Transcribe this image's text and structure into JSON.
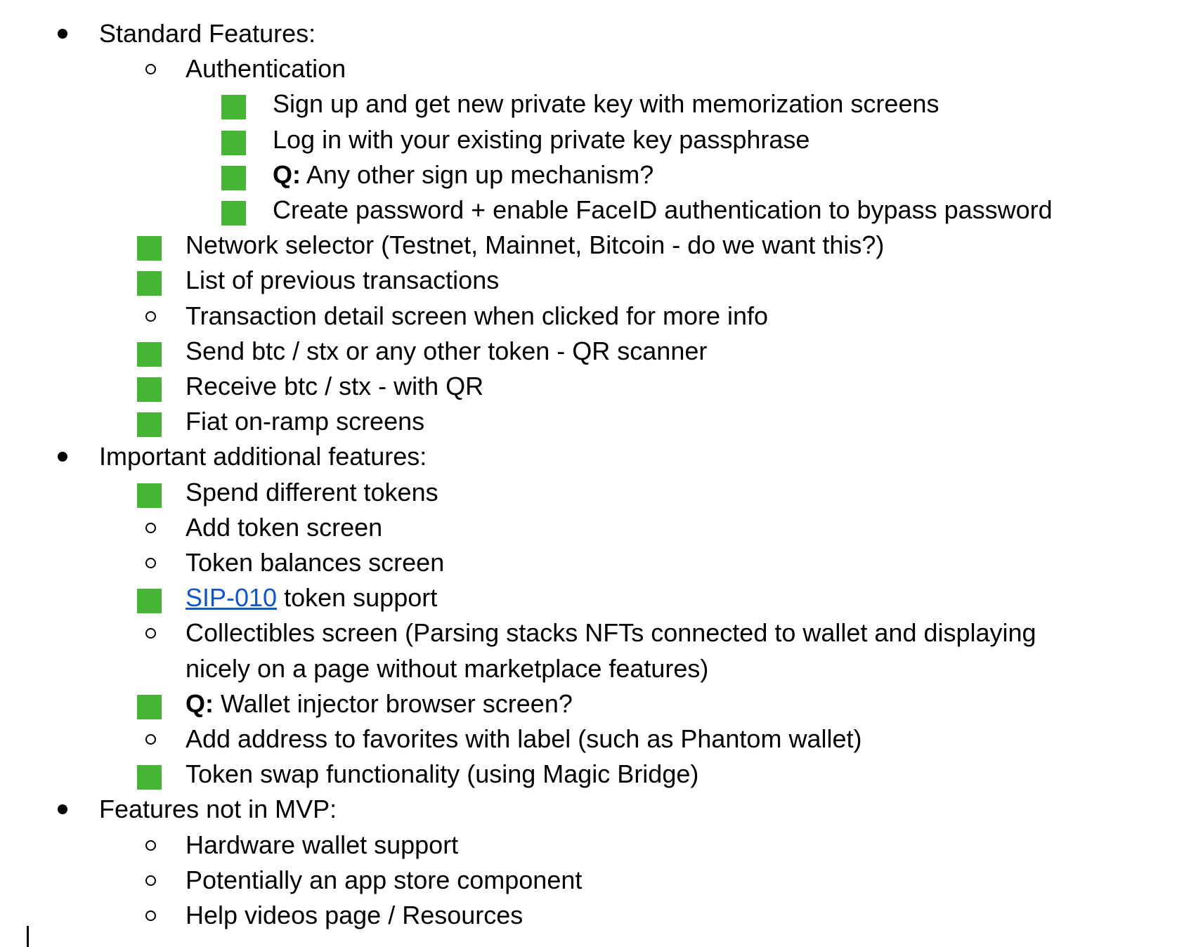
{
  "colors": {
    "done_square": "#46b535",
    "link": "#1155cc"
  },
  "items": [
    {
      "level": 1,
      "marker": "disc",
      "text": "Standard Features:"
    },
    {
      "level": 2,
      "marker": "circle",
      "text": "Authentication"
    },
    {
      "level": 3,
      "marker": "square",
      "text": "Sign up and get new private key with memorization screens"
    },
    {
      "level": 3,
      "marker": "square",
      "text": "Log in with your existing private key passphrase"
    },
    {
      "level": 3,
      "marker": "square",
      "bold": "Q:",
      "text": " Any other sign up mechanism?"
    },
    {
      "level": 3,
      "marker": "square",
      "text": "Create password + enable FaceID authentication to bypass password"
    },
    {
      "level": 2,
      "marker": "square",
      "text": "Network selector (Testnet, Mainnet, Bitcoin - do we want this?)"
    },
    {
      "level": 2,
      "marker": "square",
      "text": "List of previous transactions"
    },
    {
      "level": 2,
      "marker": "circle",
      "text": "Transaction detail screen when clicked for more info"
    },
    {
      "level": 2,
      "marker": "square",
      "text": "Send btc / stx or any other token - QR scanner"
    },
    {
      "level": 2,
      "marker": "square",
      "text": "Receive btc / stx - with QR"
    },
    {
      "level": 2,
      "marker": "square",
      "text": "Fiat on-ramp screens"
    },
    {
      "level": 1,
      "marker": "disc",
      "text": "Important additional features:"
    },
    {
      "level": 2,
      "marker": "square",
      "text": "Spend different tokens"
    },
    {
      "level": 2,
      "marker": "circle",
      "text": "Add token screen"
    },
    {
      "level": 2,
      "marker": "circle",
      "text": "Token balances screen"
    },
    {
      "level": 2,
      "marker": "square",
      "link": "SIP-010",
      "text": " token support"
    },
    {
      "level": 2,
      "marker": "circle",
      "text": "Collectibles screen (Parsing stacks NFTs connected to wallet and displaying"
    },
    {
      "level": 2,
      "marker": "none",
      "text": "nicely on a page without marketplace features)"
    },
    {
      "level": 2,
      "marker": "square",
      "bold": "Q:",
      "text": " Wallet injector browser screen?"
    },
    {
      "level": 2,
      "marker": "circle",
      "text": "Add address to favorites with label (such as Phantom wallet)"
    },
    {
      "level": 2,
      "marker": "square",
      "text": "Token swap functionality (using Magic Bridge)"
    },
    {
      "level": 1,
      "marker": "disc",
      "text": "Features not in MVP:"
    },
    {
      "level": 2,
      "marker": "circle",
      "text": "Hardware wallet support"
    },
    {
      "level": 2,
      "marker": "circle",
      "text": "Potentially an app store component"
    },
    {
      "level": 2,
      "marker": "circle",
      "text": "Help videos page / Resources"
    }
  ]
}
